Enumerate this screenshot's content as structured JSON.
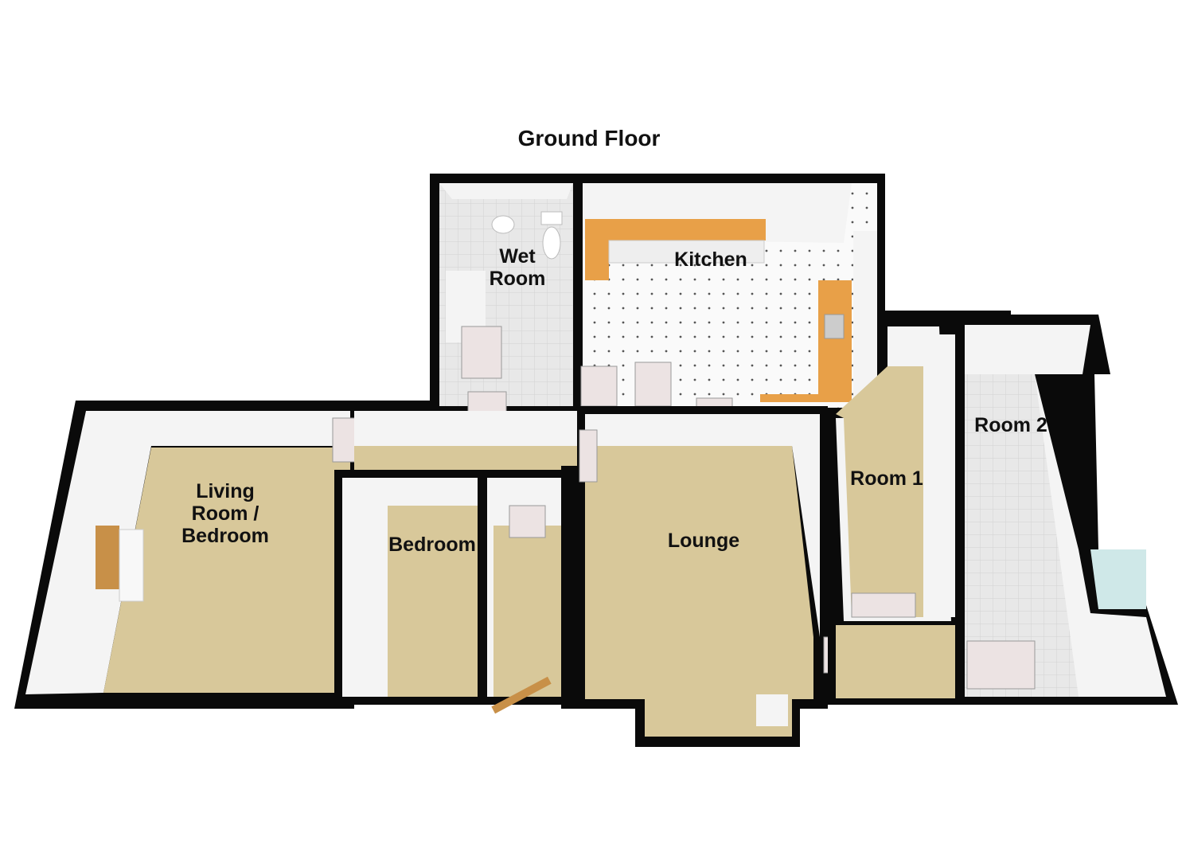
{
  "title": "Ground Floor",
  "rooms": {
    "wet_room": [
      "Wet",
      "Room"
    ],
    "kitchen": "Kitchen",
    "living_room": [
      "Living",
      "Room /",
      "Bedroom"
    ],
    "bedroom": "Bedroom",
    "lounge": "Lounge",
    "room1": "Room 1",
    "room2": "Room 2"
  },
  "colors": {
    "carpet": "#d8c89a",
    "tile": "#e6e6e6",
    "counter": "#e8a048",
    "wall": "#0a0a0a"
  }
}
